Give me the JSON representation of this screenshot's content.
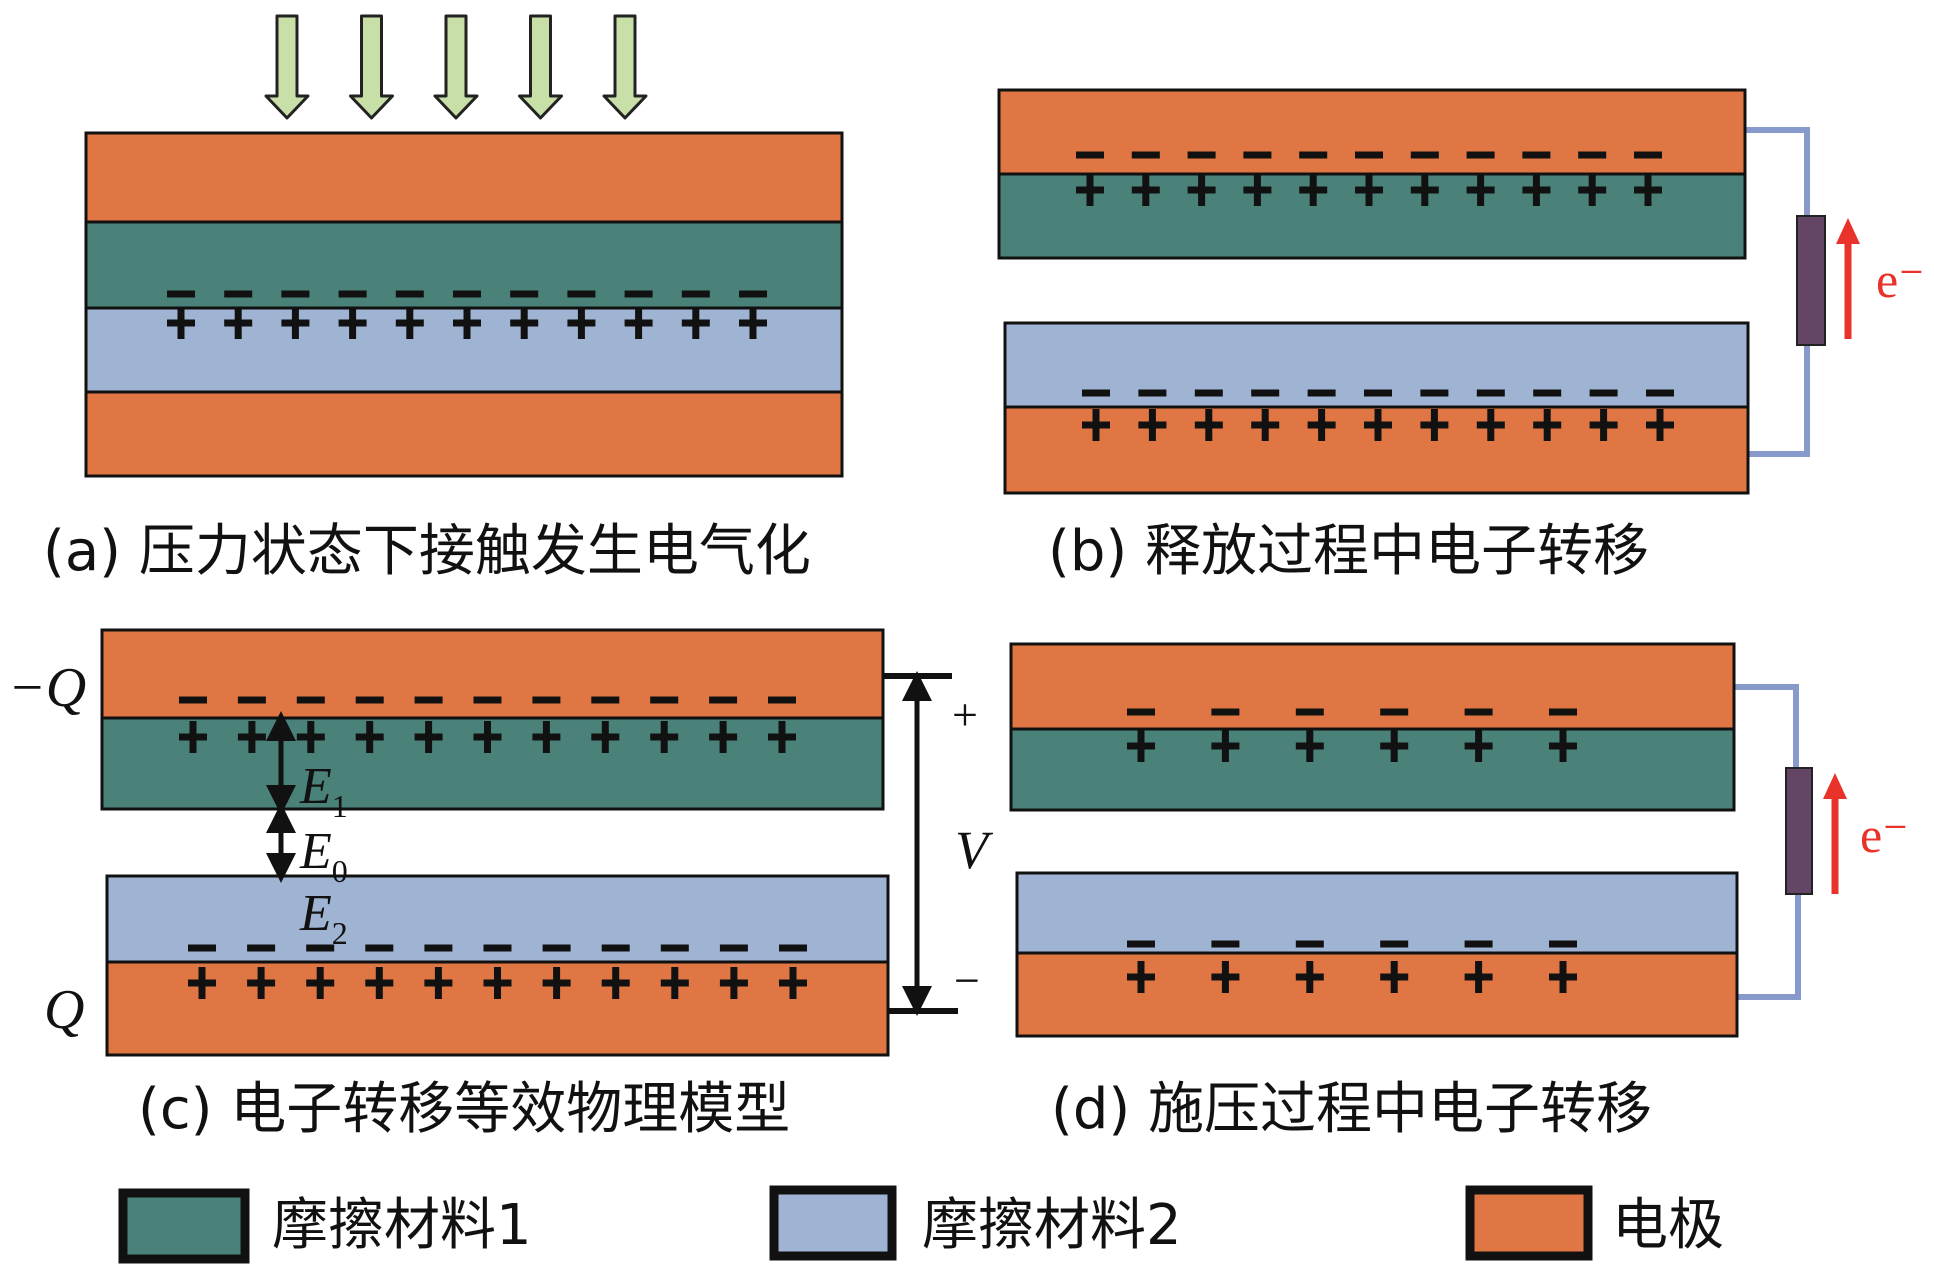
{
  "colors": {
    "electrode": "#e07643",
    "material1": "#4a8279",
    "material2": "#9fb4d2",
    "arrow_fill": "#c8e0a8",
    "wire": "#8899cc",
    "resistor": "#644566",
    "electron_arrow": "#e8322a",
    "outline": "#111111"
  },
  "panels": {
    "a": {
      "caption": "(a) 压力状态下接触发生电气化",
      "pressure_arrows": 5,
      "charge_pairs": 11
    },
    "b": {
      "caption": "(b) 释放过程中电子转移",
      "charge_pairs": 11,
      "electron_label": "e⁻"
    },
    "c": {
      "caption": "(c) 电子转移等效物理模型",
      "charge_pairs": 11,
      "top_charge_label": "−Q",
      "bottom_charge_label": "Q",
      "field_labels": {
        "e1": "E",
        "e1_sub": "1",
        "e0": "E",
        "e0_sub": "0",
        "e2": "E",
        "e2_sub": "2"
      },
      "voltage_label": "V",
      "plus_sign": "+",
      "minus_sign": "−"
    },
    "d": {
      "caption": "(d) 施压过程中电子转移",
      "charge_pairs": 6,
      "electron_label": "e⁻"
    }
  },
  "legend": [
    {
      "label": "摩擦材料1",
      "swatch": "material1"
    },
    {
      "label": "摩擦材料2",
      "swatch": "material2"
    },
    {
      "label": "电极",
      "swatch": "electrode"
    }
  ]
}
